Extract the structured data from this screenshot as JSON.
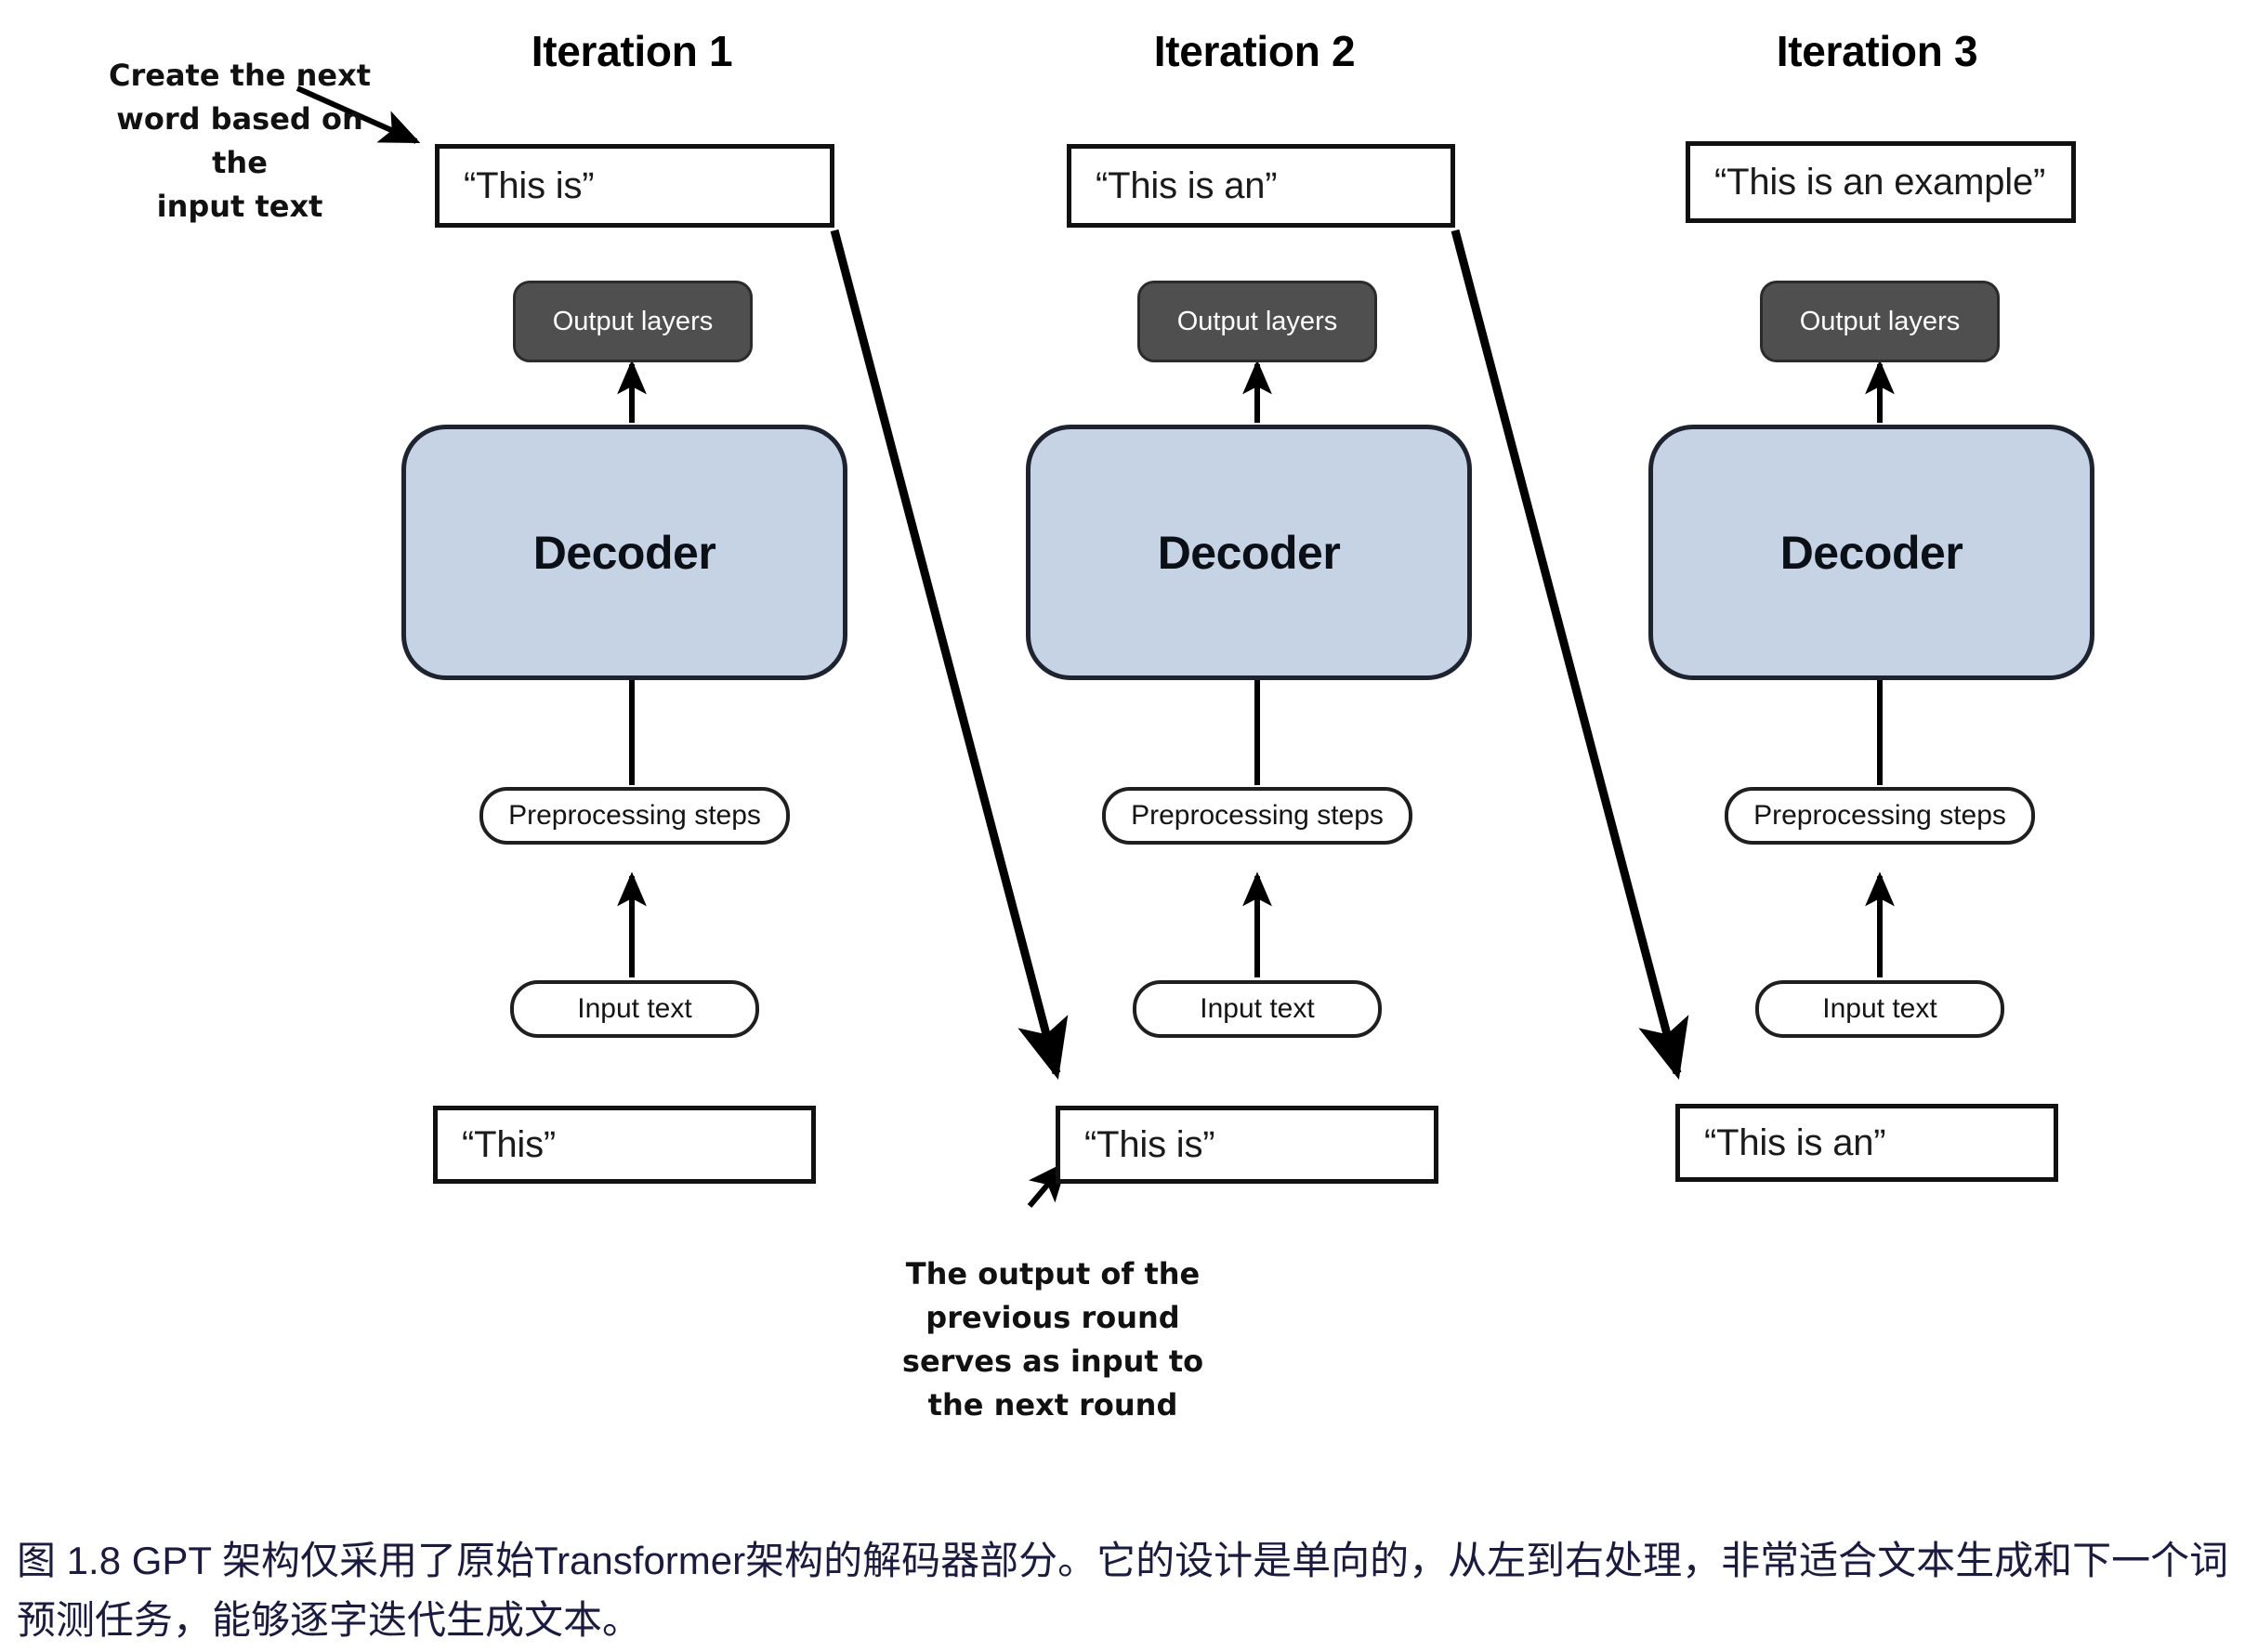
{
  "figure": {
    "caption": "图 1.8  GPT 架构仅采用了原始Transformer架构的解码器部分。它的设计是单向的，从左到右处理，非常适合文本生成和下一个词预测任务，能够逐字迭代生成文本。",
    "caption_color": "#1b1b40",
    "background": "#ffffff"
  },
  "colors": {
    "decoder_fill": "#c6d3e4",
    "decoder_stroke": "#1d2430",
    "output_layers_fill": "#4f4f4f",
    "output_layers_text": "#ffffff",
    "box_stroke": "#111111",
    "arrow": "#000000"
  },
  "annotations": [
    {
      "name": "create-next-word-note",
      "lines": [
        "Create the next",
        "word based on the",
        "input text"
      ]
    },
    {
      "name": "output-serves-as-input-note",
      "lines": [
        "The output of the",
        "previous round",
        "serves as input to",
        "the next round"
      ]
    }
  ],
  "columns": [
    {
      "title": "Iteration 1",
      "output_text": "“This is”",
      "output_layers": "Output layers",
      "decoder": "Decoder",
      "preprocessing": "Preprocessing steps",
      "input_label": "Input text",
      "input_text": "“This”"
    },
    {
      "title": "Iteration 2",
      "output_text": "“This is an”",
      "output_layers": "Output layers",
      "decoder": "Decoder",
      "preprocessing": "Preprocessing steps",
      "input_label": "Input text",
      "input_text": "“This is”"
    },
    {
      "title": "Iteration 3",
      "output_text": "“This is an example”",
      "output_layers": "Output layers",
      "decoder": "Decoder",
      "preprocessing": "Preprocessing steps",
      "input_label": "Input text",
      "input_text": "“This is an”"
    }
  ]
}
